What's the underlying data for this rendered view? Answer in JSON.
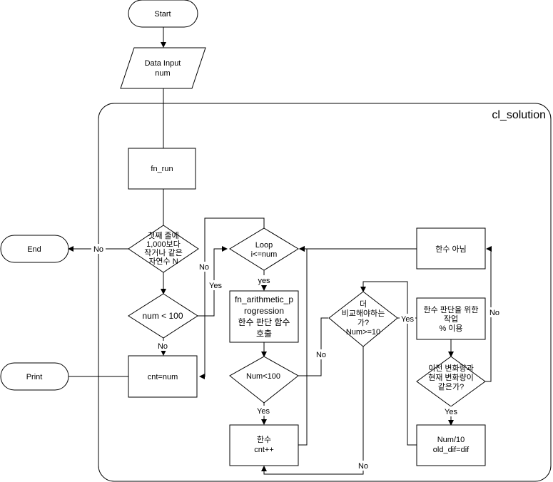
{
  "container": {
    "title": "cl_solution"
  },
  "nodes": {
    "start": "Start",
    "input": [
      "Data Input",
      "num"
    ],
    "fn_run": "fn_run",
    "decision_first": [
      "첫째 줄에",
      "1,000보다",
      "작거나 같은",
      "자연수 N"
    ],
    "end": "End",
    "decision_num100": "num  <  100",
    "cnt_num": "cnt=num",
    "print": "Print",
    "loop": [
      "Loop",
      "i<=num"
    ],
    "fn_ap": [
      "fn_arithmetic_p",
      "rogression",
      "한수 판단 함수",
      "호출"
    ],
    "decision_num100b": "Num<100",
    "hansu": [
      "한수",
      "cnt++"
    ],
    "decision_more": [
      "더",
      "비교해야하는",
      "가?",
      "Num>=10"
    ],
    "not_hansu": "한수 아님",
    "work": [
      "한수 판단을 위한",
      "작업",
      "% 이용"
    ],
    "decision_diff": [
      "이전 변화량과",
      "현재 변화량이",
      "같은가?"
    ],
    "num10": [
      "Num/10",
      "old_dif=dif"
    ]
  },
  "edge_labels": {
    "no_end": "No",
    "no_num100_up": "No",
    "yes_num100": "Yes",
    "no_num100_down": "No",
    "yes_loop": "yes",
    "yes_num100b": "Yes",
    "no_num100b": "No",
    "yes_more": "Yes",
    "no_more": "No",
    "yes_diff": "Yes",
    "no_diff": "No"
  }
}
